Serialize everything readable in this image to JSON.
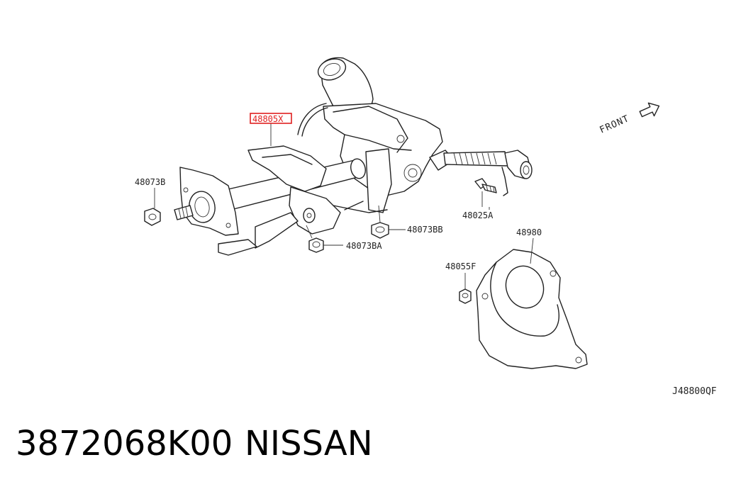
{
  "diagram": {
    "labels": {
      "steering_column": "48805X",
      "nut_left": "48073B",
      "bolt": "48025A",
      "nut_bb": "48073BB",
      "nut_ba": "48073BA",
      "nut_f": "48055F",
      "cover": "48980"
    },
    "front_label": "FRONT",
    "drawing_code": "J48800QF",
    "highlight_color": "#e02020"
  },
  "caption": {
    "part_number": "3872068K00",
    "brand": "NISSAN"
  }
}
